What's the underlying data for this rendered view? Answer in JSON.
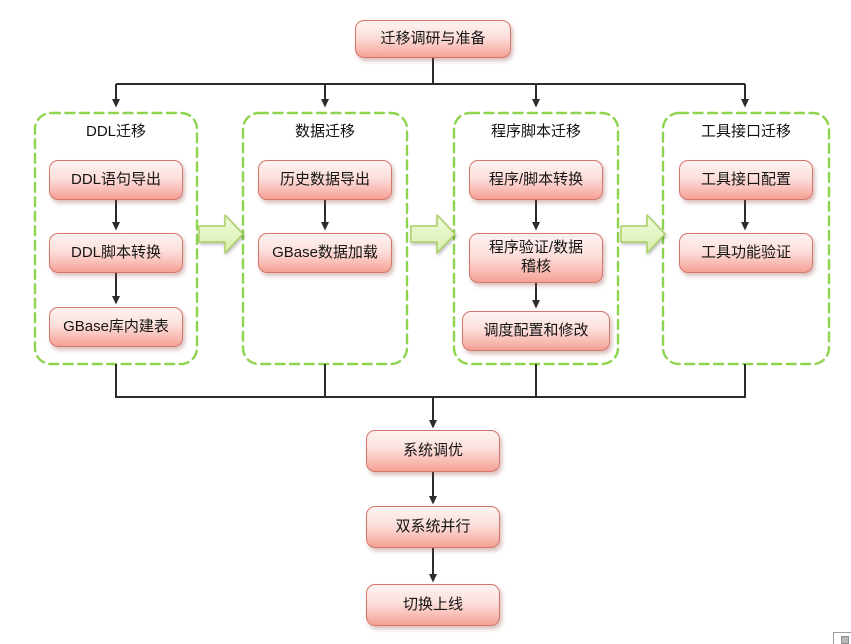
{
  "diagram": {
    "top_label": "迁移调研与准备",
    "columns": [
      {
        "title": "DDL迁移",
        "boxes": [
          "DDL语句导出",
          "DDL脚本转换",
          "GBase库内建表"
        ]
      },
      {
        "title": "数据迁移",
        "boxes": [
          "历史数据导出",
          "GBase数据加载"
        ]
      },
      {
        "title": "程序脚本迁移",
        "boxes": [
          "程序/脚本转换",
          "程序验证/数据\n稽核",
          "调度配置和修改"
        ]
      },
      {
        "title": "工具接口迁移",
        "boxes": [
          "工具接口配置",
          "工具功能验证"
        ]
      }
    ],
    "bottom_sequence": [
      "系统调优",
      "双系统并行",
      "切换上线"
    ],
    "colors": {
      "node_fill_top": "#fdf3f2",
      "node_fill_bottom": "#f5a095",
      "node_border": "#d4766c",
      "group_dashed_border": "#8ed44f",
      "flow_arrow_fill_top": "#f0fadf",
      "flow_arrow_fill_bottom": "#d9efa9",
      "flow_arrow_border": "#a9cf66",
      "connector": "#2b2b2b",
      "background": "#ffffff"
    }
  }
}
